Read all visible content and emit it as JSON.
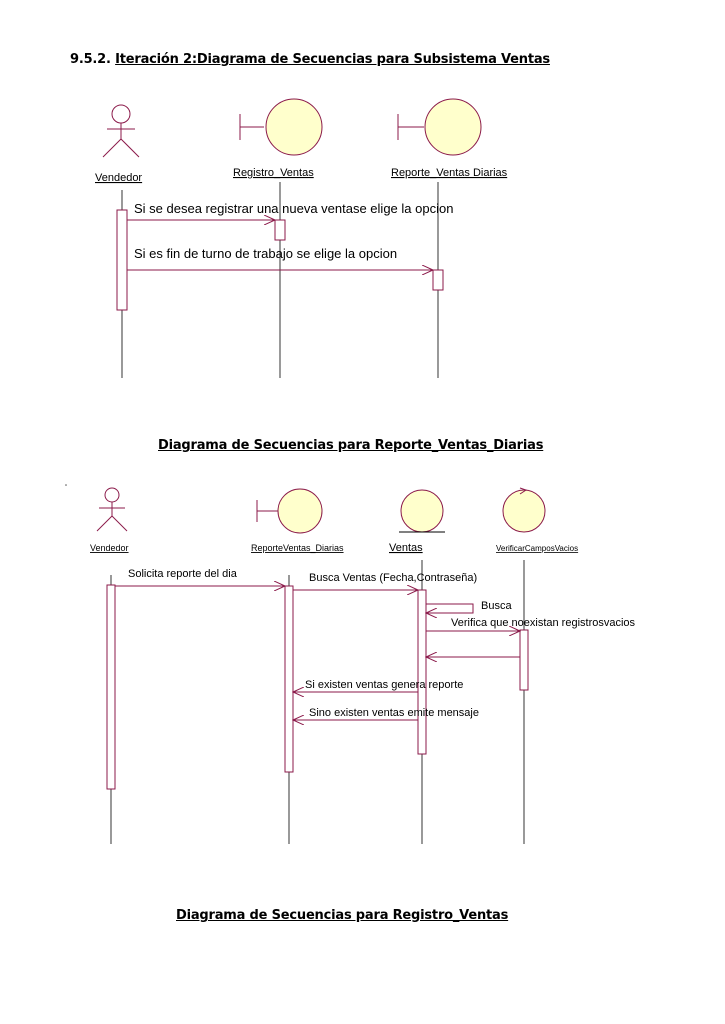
{
  "headings": {
    "section_number": "9.5.2.",
    "section_title": "Iteración 2:Diagrama de Secuencias para Subsistema Ventas",
    "reporte_title": "Diagrama de Secuencias para Reporte_Ventas_Diarias",
    "registro_title": "Diagrama de Secuencias para Registro_Ventas"
  },
  "diagram1": {
    "actor": "Vendedor",
    "boundary1": "Registro_Ventas",
    "boundary2": "Reporte_Ventas Diarias",
    "messages": [
      "Si se desea registrar una nueva ventase elige la opcion",
      "Si es fin de turno de trabajo se elige la opcion"
    ]
  },
  "diagram2": {
    "actor": "Vendedor",
    "boundary": "ReporteVentas_Diarias",
    "entity": "Ventas",
    "control": "VerificarCamposVacios",
    "messages": [
      "Solicita reporte del dia",
      "Busca Ventas (Fecha,Contraseña)",
      "Busca",
      "Verifica que noexistan registrosvacios",
      "Si existen ventas genera reporte",
      "Sino existen ventas emite mensaje"
    ]
  },
  "colors": {
    "line": "#8b1a4a",
    "object_fill": "#ffffcc"
  }
}
